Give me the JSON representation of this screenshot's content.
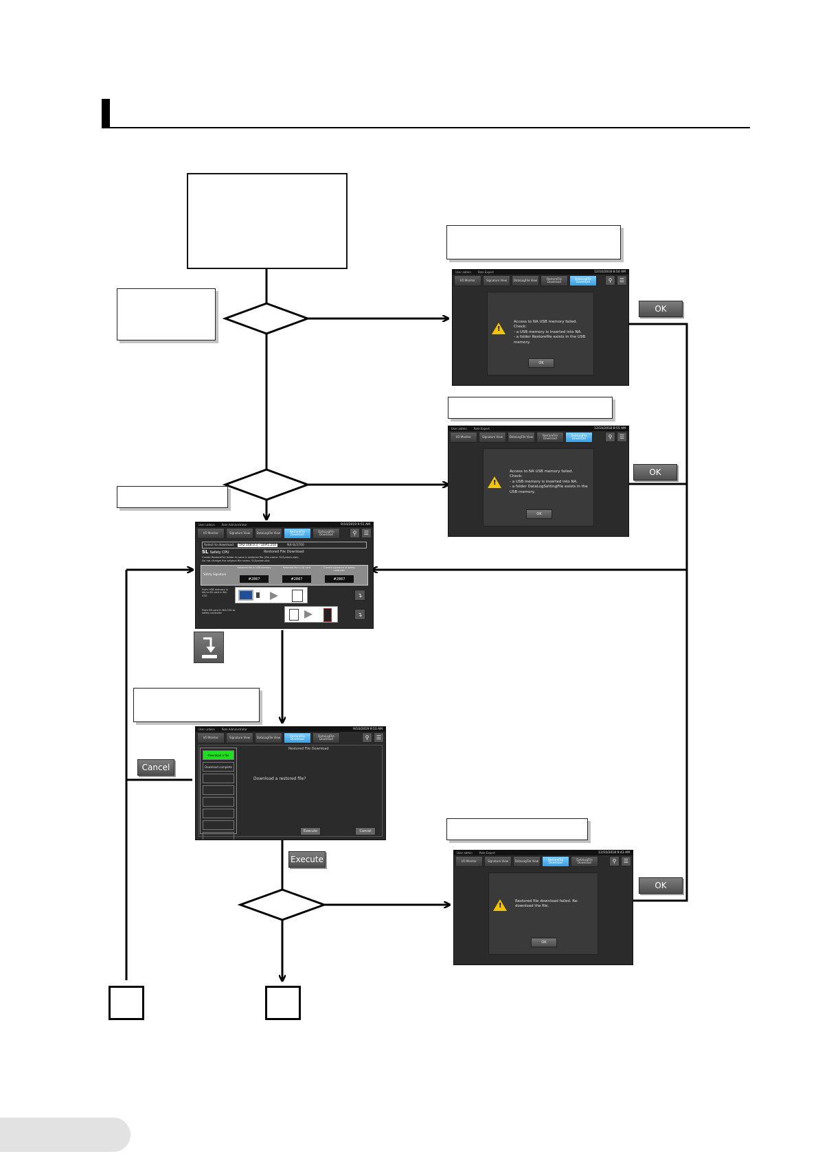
{
  "labels": {
    "ok": "OK",
    "cancel": "Cancel",
    "execute": "Execute"
  },
  "hmi_common": {
    "header_left": "User   admin",
    "header_mid": "Role   Expert",
    "tabs": [
      "I/O Monitor",
      "Signature View",
      "DataLogFile View",
      "RestoreFile Download",
      "DataLogFile Download"
    ],
    "selected_tab_index": 3
  },
  "screen1": {
    "datetime": "12/10/2018   8:54 AM",
    "message_lines": [
      "Access to NA USB memory failed.",
      "Check:",
      "- a USB memory is inserted into NA.",
      "- a folder Restorefile exists in the USB memory."
    ],
    "ok": "OK",
    "selected_tab_index": 4
  },
  "screen2": {
    "datetime": "12/10/2018   8:55 AM",
    "message_lines": [
      "Access to NA USB memory failed.",
      "Check:",
      "- a USB memory is inserted into NA.",
      "- a folder DataLogSettingFile exists in the",
      "USB memory."
    ],
    "ok": "OK",
    "selected_tab_index": 4
  },
  "screen3": {
    "header_left": "User   urdocs",
    "header_mid": "Role   Administrator",
    "datetime": "9/10/2019   9:51 AM",
    "target_label": "Select to download",
    "target_ip": "192.168.0.3 - 10#1.250",
    "target_device": "NX-SL5700",
    "brand": "SL",
    "device_title": "Safety CPU",
    "panel_title": "Restored File Download",
    "instructions": [
      "Create RestoreFile folder to save a restored file (file name: SLSystem.dat).",
      "Do not change the original file name, SLSystem.dat."
    ],
    "sig_label": "Safety Signature",
    "sig_headers": [
      "Restored file in USB memory",
      "Restored file in SD card",
      "Current signature of safety controller"
    ],
    "sig_values": [
      "#2867",
      "#2867",
      "#2867"
    ],
    "row1_label": "From USB memory in NA to SD card in NX-CSG",
    "row2_label": "From SD card in NX-CSG to safety controller",
    "selected_tab_index": 3
  },
  "screen4": {
    "header_left": "User   urdocs",
    "header_mid": "Role   Administrator",
    "datetime": "9/10/2019   9:53 AM",
    "panel_title": "Restored File Download",
    "steps": [
      "Download a file",
      "Download complete",
      "",
      "",
      "",
      "",
      "",
      ""
    ],
    "question": "Download a restored file?",
    "execute": "Execute",
    "cancel": "Cancel",
    "selected_tab_index": 3
  },
  "screen5": {
    "datetime": "12/10/2018   9:43 AM",
    "message_lines": [
      "Restored file download failed. Re-",
      "download the file."
    ],
    "ok": "OK",
    "selected_tab_index": 3
  }
}
